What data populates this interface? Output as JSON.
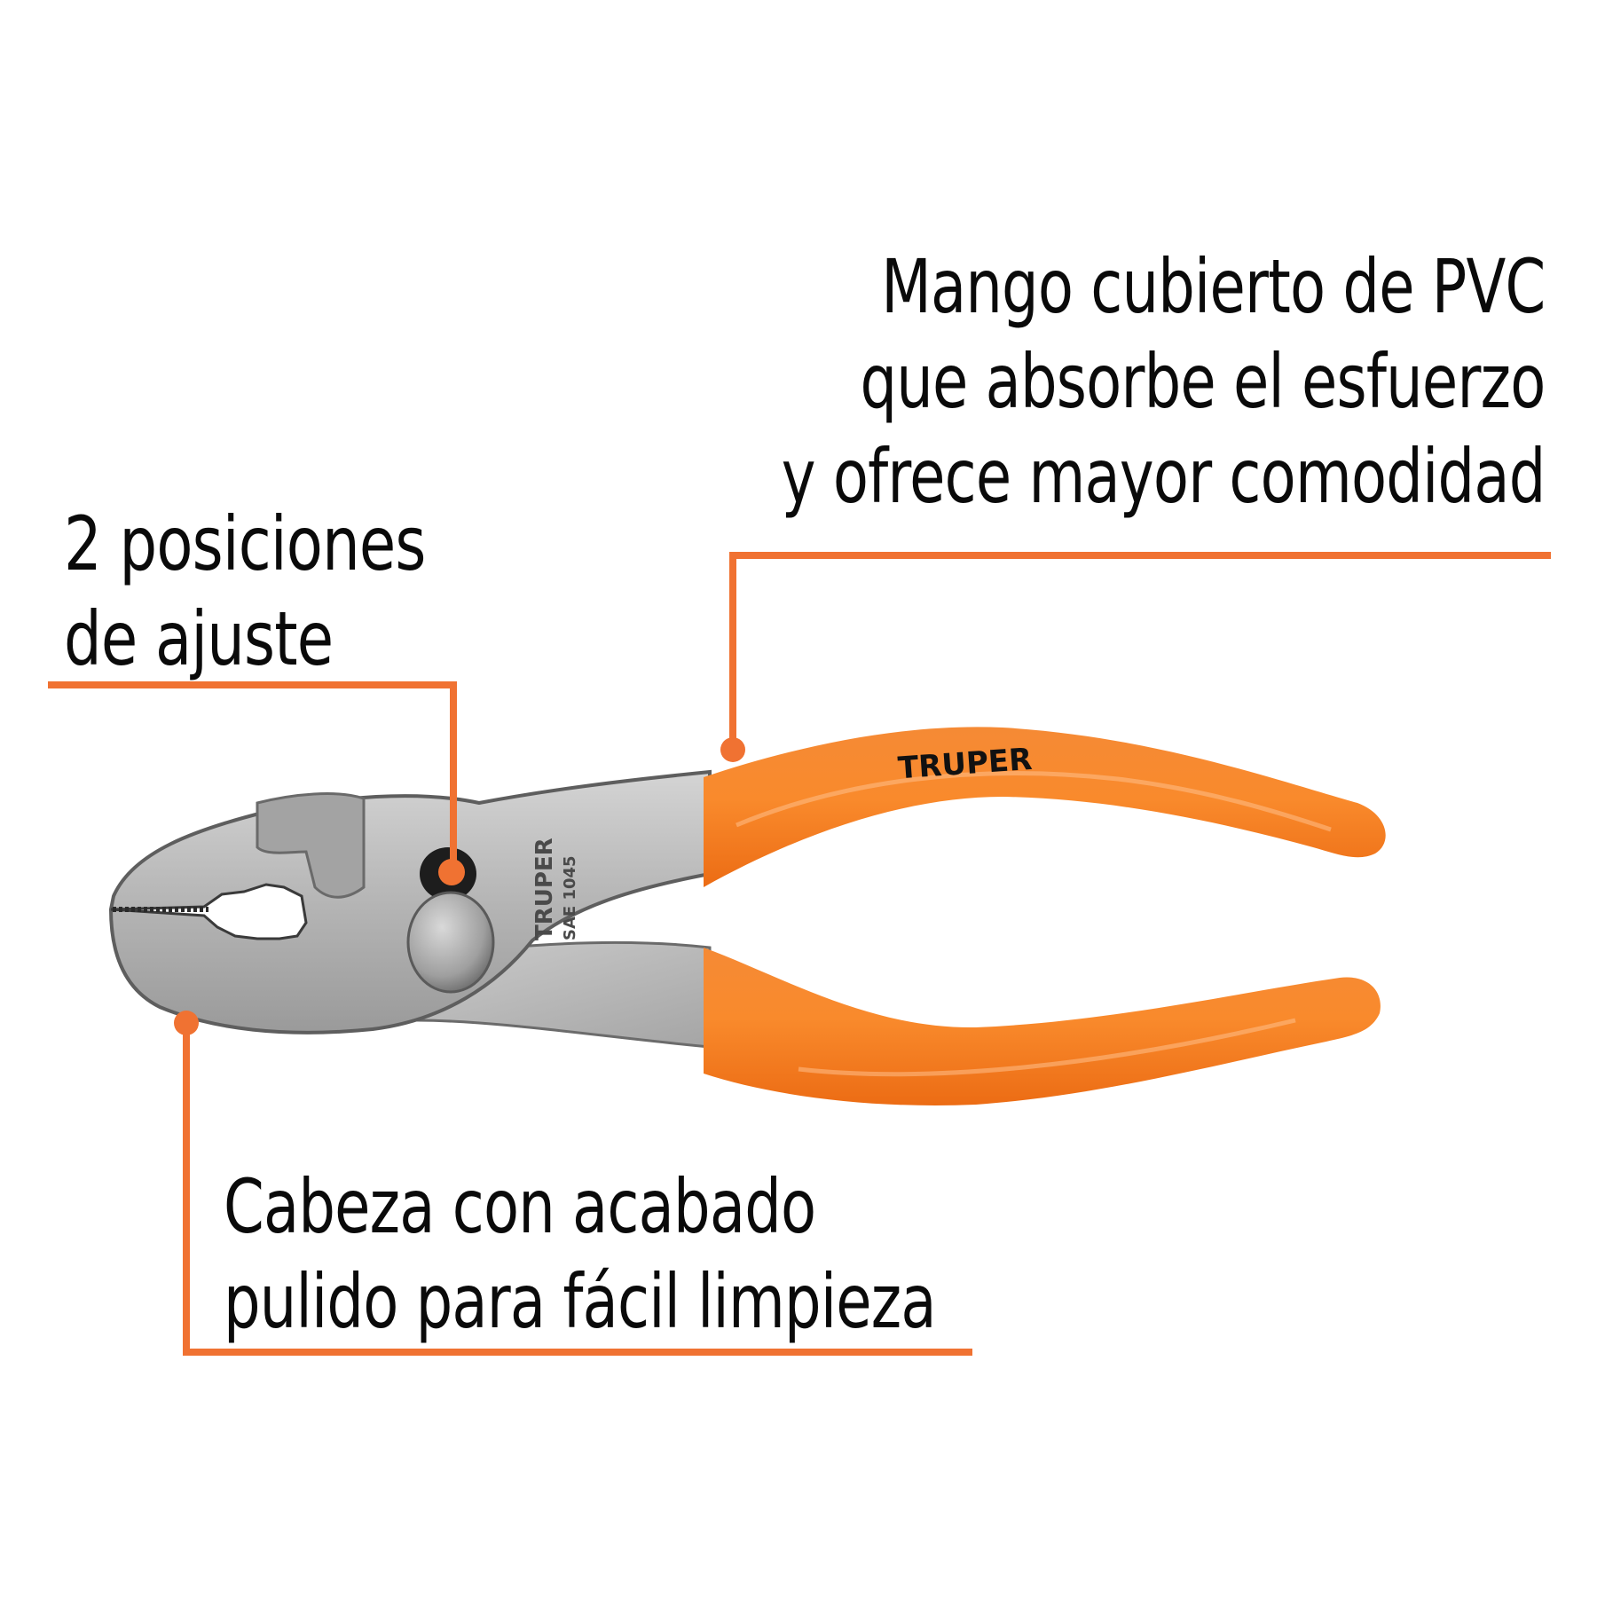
{
  "colors": {
    "accent": "#F07232",
    "handle": "#F7822A",
    "handle_dark": "#E86A12",
    "steel": "#B9B9B9",
    "steel_dark": "#6E6E6E",
    "text": "#0A0A0A",
    "background": "#FFFFFF"
  },
  "callouts": {
    "handle": {
      "lines": [
        "Mango cubierto de PVC",
        "que absorbe el esfuerzo",
        "y ofrece mayor comodidad"
      ]
    },
    "adjust": {
      "lines": [
        "2 posiciones",
        "de ajuste"
      ]
    },
    "head": {
      "lines": [
        "Cabeza con acabado",
        "pulido para fácil limpieza"
      ]
    }
  },
  "product": {
    "type": "slip-joint pliers",
    "handle_brand": "TRUPER",
    "body_brand": "TRUPER",
    "body_marking": "SAE 1045"
  }
}
